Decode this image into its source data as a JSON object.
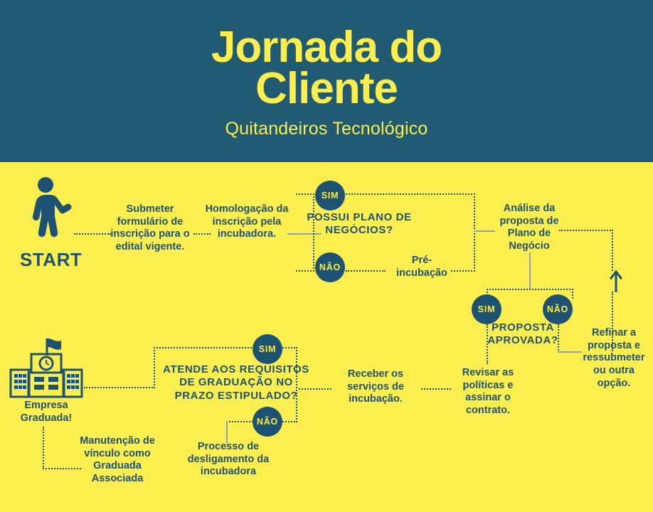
{
  "header": {
    "title_line1": "Jornada do",
    "title_line2": "Cliente",
    "subtitle": "Quitandeiros Tecnológico",
    "bg_color": "#215A73",
    "text_color": "#FCEE4E"
  },
  "theme": {
    "background": "#FCEE4E",
    "ink": "#1D5272",
    "connector": "#1D5272"
  },
  "flow": {
    "start_label": "START",
    "start_icon": "walking-person-icon",
    "graduated_icon": "school-building-icon",
    "steps": {
      "submit_form": "Submeter formulário de inscrição para o edital vigente.",
      "homologation": "Homologação da inscrição pela incubadora.",
      "pre_incubation": "Pré-incubação",
      "analysis": "Análise da proposta de Plano de Negócio",
      "refine": "Refinar a proposta e ressubmeter ou outra opção.",
      "review_sign": "Revisar as políticas e assinar o contrato.",
      "receive_services": "Receber os serviços de incubação.",
      "shutdown": "Processo de desligamento da incubadora",
      "maintenance": "Manutenção de vínculo como Graduada Associada",
      "graduated": "Empresa Graduada!"
    },
    "decisions": [
      {
        "id": "business-plan",
        "question": "POSSUI PLANO DE NEGÓCIOS?",
        "yes": "SIM",
        "no": "NÃO"
      },
      {
        "id": "proposal-approved",
        "question": "PROPOSTA APROVADA?",
        "yes": "SIM",
        "no": "NÃO"
      },
      {
        "id": "graduation-requirements",
        "question": "ATENDE AOS REQUISITOS DE GRADUAÇÃO NO PRAZO ESTIPULADO?",
        "yes": "SIM",
        "no": "NÃO"
      }
    ]
  }
}
